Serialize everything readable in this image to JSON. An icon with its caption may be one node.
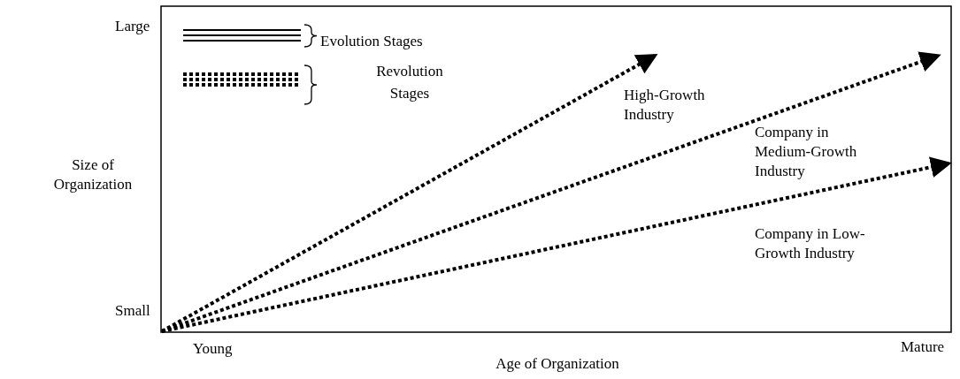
{
  "diagram": {
    "labels": [
      "Large",
      "Size of Organization",
      "Small",
      "High-Growth Industry",
      "Company in Medium-Growth Industry",
      "Company in Low-Growth Industry",
      "Young",
      "Mature",
      "Age of Organization"
    ],
    "legend": [
      {
        "text": "Evolution Stages"
      },
      {
        "text": "Revolution Stages"
      }
    ]
  }
}
